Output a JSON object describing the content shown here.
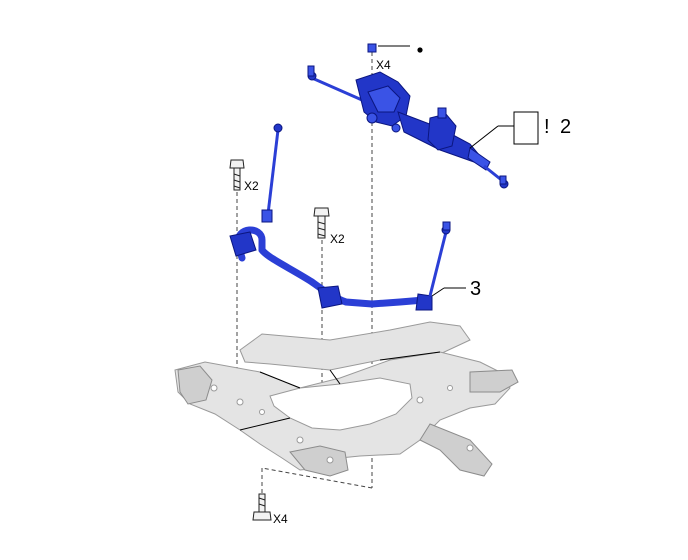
{
  "labels": {
    "rack_bolt_qty": "X4",
    "stab_bolt_left_qty": "X2",
    "stab_bolt_mid_qty": "X2",
    "frame_bolt_qty": "X4",
    "steering_gear_num": "2",
    "steering_gear_mark": "!",
    "stabilizer_num": "3"
  },
  "colors": {
    "component_highlight": "#2236c8",
    "frame": "#e4e4e4"
  },
  "icons": {
    "nonreusable_part": "filled-dot",
    "caution": "exclamation-mark"
  }
}
